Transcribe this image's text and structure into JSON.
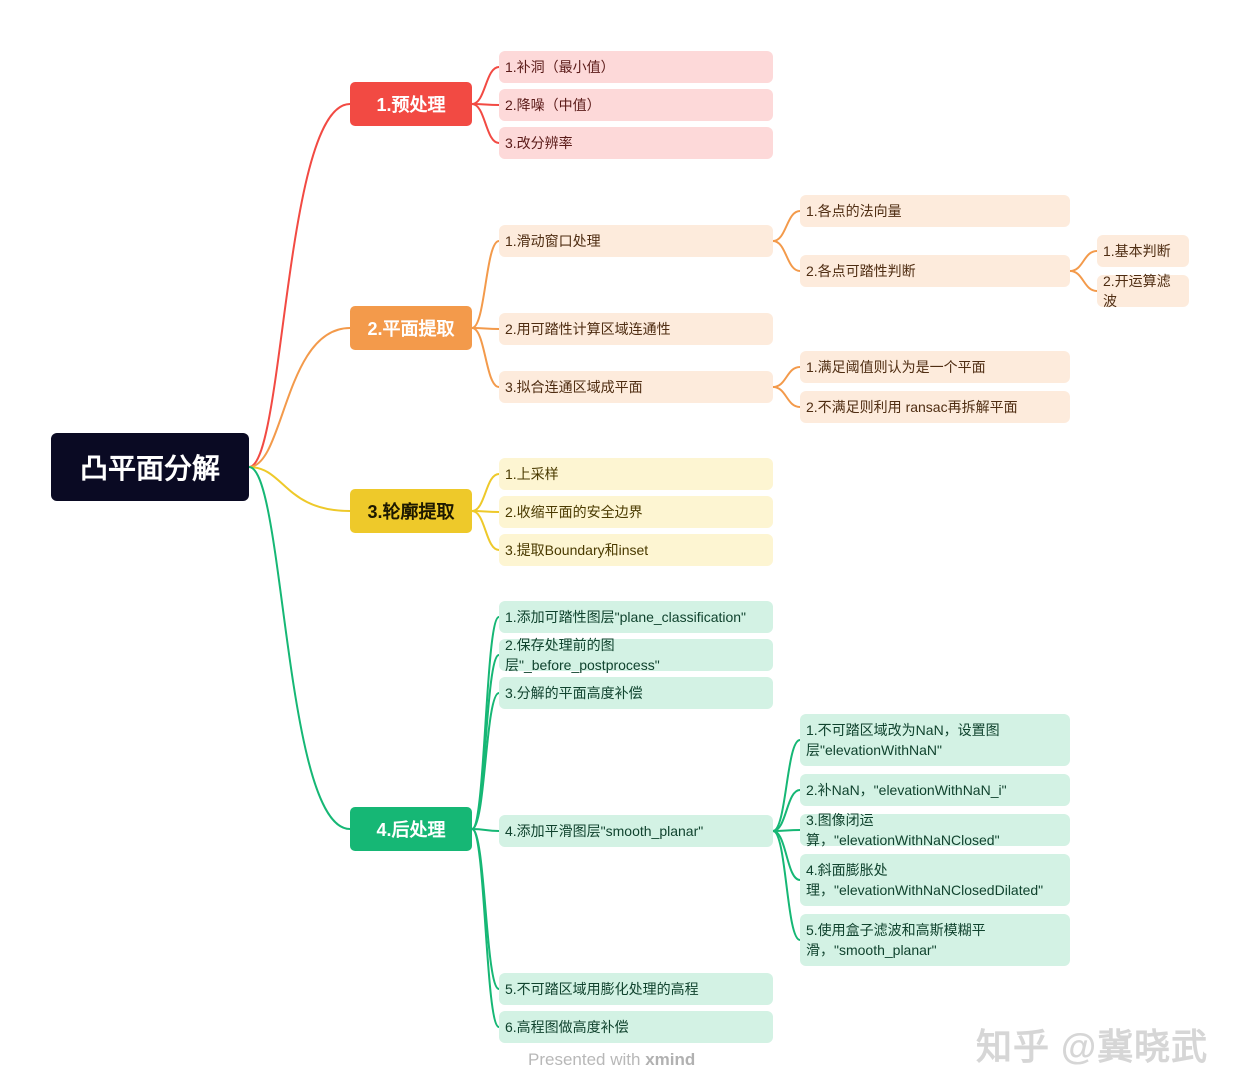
{
  "root": {
    "label": "凸平面分解"
  },
  "branches": [
    {
      "label": "1.预处理",
      "color": "#f24a43",
      "children": [
        {
          "label": "1.补洞（最小值）"
        },
        {
          "label": "2.降噪（中值）"
        },
        {
          "label": "3.改分辨率"
        }
      ]
    },
    {
      "label": "2.平面提取",
      "color": "#f39a4b",
      "children": [
        {
          "label": "1.滑动窗口处理",
          "children": [
            {
              "label": "1.各点的法向量"
            },
            {
              "label": "2.各点可踏性判断",
              "children": [
                {
                  "label": "1.基本判断"
                },
                {
                  "label": "2.开运算滤波"
                }
              ]
            }
          ]
        },
        {
          "label": "2.用可踏性计算区域连通性"
        },
        {
          "label": "3.拟合连通区域成平面",
          "children": [
            {
              "label": "1.满足阈值则认为是一个平面"
            },
            {
              "label": "2.不满足则利用 ransac再拆解平面"
            }
          ]
        }
      ]
    },
    {
      "label": "3.轮廓提取",
      "color": "#eec92a",
      "children": [
        {
          "label": "1.上采样"
        },
        {
          "label": "2.收缩平面的安全边界"
        },
        {
          "label": "3.提取Boundary和inset"
        }
      ]
    },
    {
      "label": "4.后处理",
      "color": "#16b775",
      "children": [
        {
          "label": "1.添加可踏性图层\"plane_classification\""
        },
        {
          "label": "2.保存处理前的图层\"_before_postprocess\""
        },
        {
          "label": "3.分解的平面高度补偿"
        },
        {
          "label": "4.添加平滑图层\"smooth_planar\"",
          "children": [
            {
              "label": "1.不可踏区域改为NaN，设置图层\"elevationWithNaN\""
            },
            {
              "label": "2.补NaN，\"elevationWithNaN_i\""
            },
            {
              "label": "3.图像闭运算，\"elevationWithNaNClosed\""
            },
            {
              "label": "4.斜面膨胀处理，\"elevationWithNaNClosedDilated\""
            },
            {
              "label": "5.使用盒子滤波和高斯模糊平滑，\"smooth_planar\""
            }
          ]
        },
        {
          "label": "5.不可踏区域用膨化处理的高程"
        },
        {
          "label": "6.高程图做高度补偿"
        }
      ]
    }
  ],
  "footer": {
    "prefix": "Presented with",
    "brand": "xmind"
  },
  "watermark": "知乎 @冀晓武"
}
